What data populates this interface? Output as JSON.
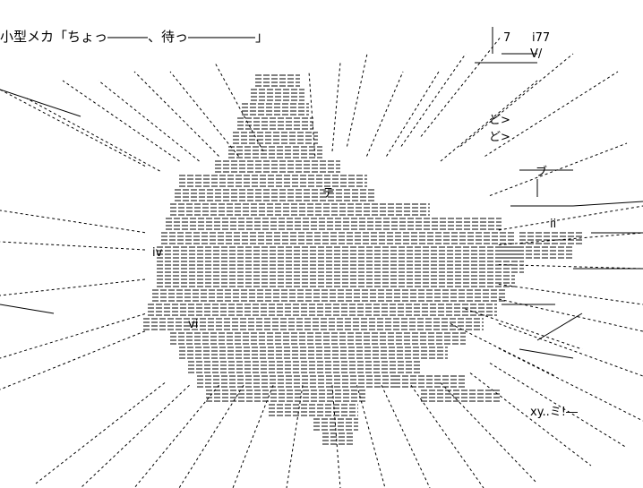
{
  "caption": "小型メカ「ちょっ―――、待っ―――――」",
  "sfx": {
    "katakana_te": "テ",
    "katakana_bu": "ブ",
    "seven_a": "7",
    "seven_b": "i77",
    "v_mark": "V/",
    "ku_a": "ど>",
    "ku_b": "ど>",
    "vi": "vi",
    "iv": "iv",
    "ii": "ii",
    "xv": "xy..ミ!―"
  },
  "colors": {
    "ink": "#000000",
    "paper": "#ffffff"
  }
}
